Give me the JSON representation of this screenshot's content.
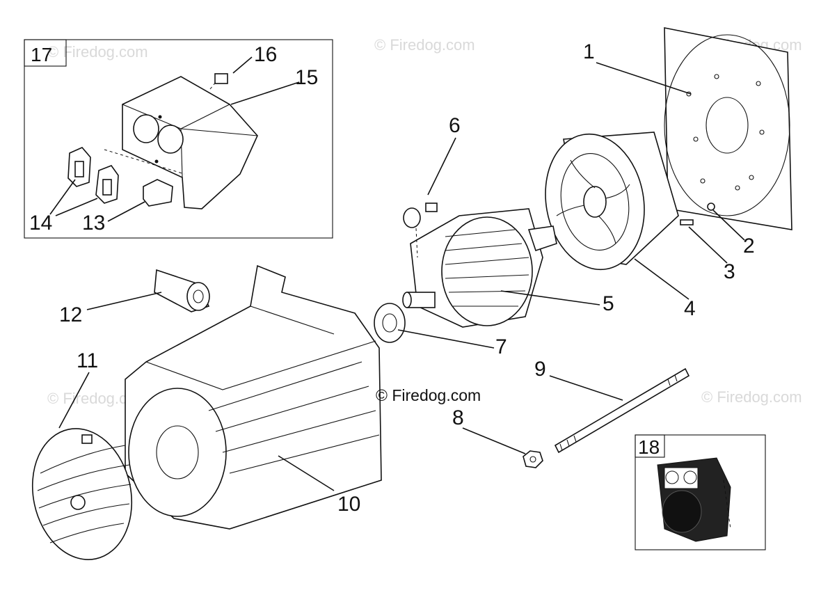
{
  "watermarks": {
    "primary": "© Firedog.com",
    "faded": [
      "© Firedog.com",
      "© Firedog.com",
      "© Firedog.com",
      "© Firedog.com",
      "© Firedog.com"
    ]
  },
  "insets": {
    "top_left": {
      "label": "17",
      "callouts": [
        "16",
        "15",
        "14",
        "13"
      ]
    },
    "bottom_right": {
      "label": "18"
    }
  },
  "callouts": [
    "1",
    "2",
    "3",
    "4",
    "5",
    "6",
    "7",
    "8",
    "9",
    "10",
    "11",
    "12"
  ],
  "colors": {
    "line": "#111111",
    "watermark": "#d9d9d9",
    "background": "#ffffff"
  }
}
